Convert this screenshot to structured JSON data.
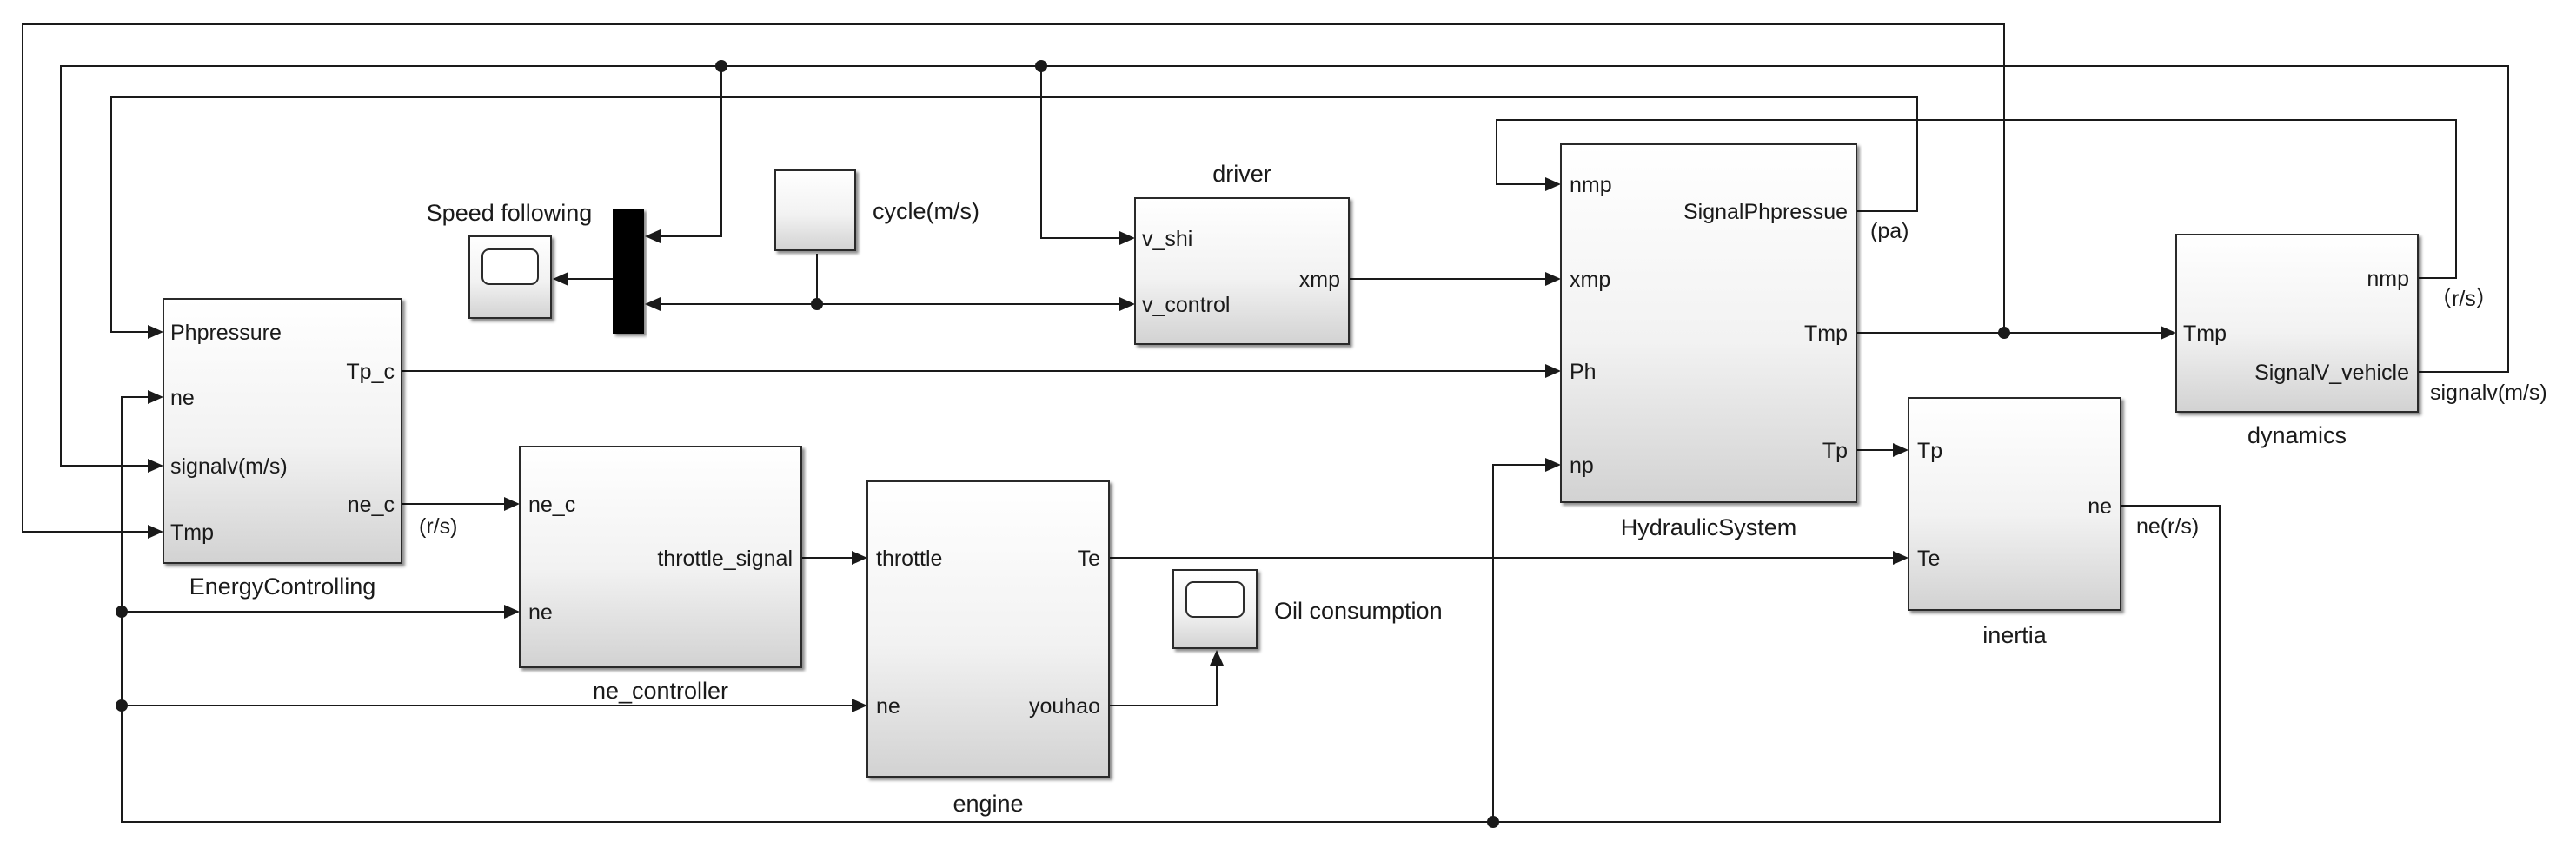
{
  "blocks": {
    "energy": {
      "name": "EnergyControlling",
      "inputs": [
        "Phpressure",
        "ne",
        "signalv(m/s)",
        "Tmp"
      ],
      "outputs": [
        "Tp_c",
        "ne_c"
      ]
    },
    "ne_controller": {
      "name": "ne_controller",
      "inputs": [
        "ne_c",
        "ne"
      ],
      "outputs": [
        "throttle_signal"
      ]
    },
    "engine": {
      "name": "engine",
      "inputs": [
        "throttle",
        "ne"
      ],
      "outputs": [
        "Te",
        "youhao"
      ]
    },
    "driver": {
      "name": "driver",
      "inputs": [
        "v_shi",
        "v_control"
      ],
      "outputs": [
        "xmp"
      ]
    },
    "hydraulic": {
      "name": "HydraulicSystem",
      "inputs": [
        "nmp",
        "xmp",
        "Ph",
        "np"
      ],
      "outputs": [
        "SignalPhpressue",
        "Tmp",
        "Tp"
      ]
    },
    "dynamics": {
      "name": "dynamics",
      "inputs": [
        "Tmp"
      ],
      "outputs": [
        "nmp",
        "SignalV_vehicle"
      ]
    },
    "inertia": {
      "name": "inertia",
      "inputs": [
        "Tp",
        "Te"
      ],
      "outputs": [
        "ne"
      ]
    },
    "cycle": {
      "name": "cycle(m/s)"
    },
    "scope_speed": {
      "name": "Speed following"
    },
    "scope_oil": {
      "name": "Oil consumption"
    }
  },
  "signal_labels": {
    "ne_c_unit": "(r/s)",
    "pa": "(pa)",
    "nmp_unit": "（r/s）",
    "signalv": "signalv(m/s)",
    "ne_rs": "ne(r/s)"
  },
  "colors": {
    "line": "#1a1a1a",
    "block_top": "#ffffff",
    "block_bottom": "#d6d6d6",
    "mux": "#000000"
  }
}
